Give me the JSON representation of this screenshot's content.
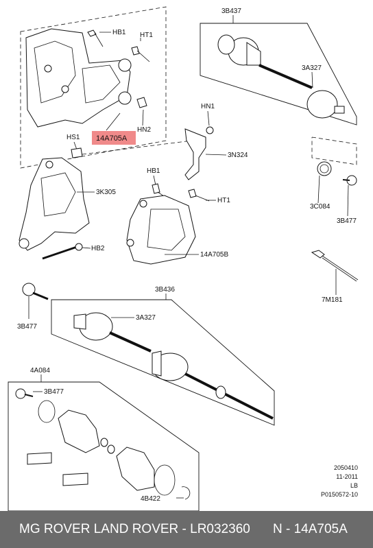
{
  "labels": {
    "hb1_a": "HB1",
    "ht1_a": "HT1",
    "hn2": "HN2",
    "hs1": "HS1",
    "part_14a705a": "14A705A",
    "hn1": "HN1",
    "n3n324": "3N324",
    "k3k305": "3K305",
    "hb1_b": "HB1",
    "ht1_b": "HT1",
    "hb2": "HB2",
    "part_14a705b": "14A705B",
    "b3b437": "3B437",
    "a3a327_a": "3A327",
    "c3c084": "3C084",
    "b3b477_a": "3B477",
    "m7m181": "7M181",
    "b3b436": "3B436",
    "a3a327_b": "3A327",
    "b3b477_b": "3B477",
    "a4a084": "4A084",
    "b3b477_c": "3B477",
    "b4b422": "4B422"
  },
  "meta": {
    "line1": "2050410",
    "line2": "11-2011",
    "line3": "LB",
    "line4": "P0150572-10"
  },
  "footer": {
    "left": "MG ROVER LAND ROVER - LR032360",
    "right": "N - 14A705A"
  },
  "colors": {
    "highlight": "#f08a8a",
    "footer_bg": "#6b6b6b"
  }
}
